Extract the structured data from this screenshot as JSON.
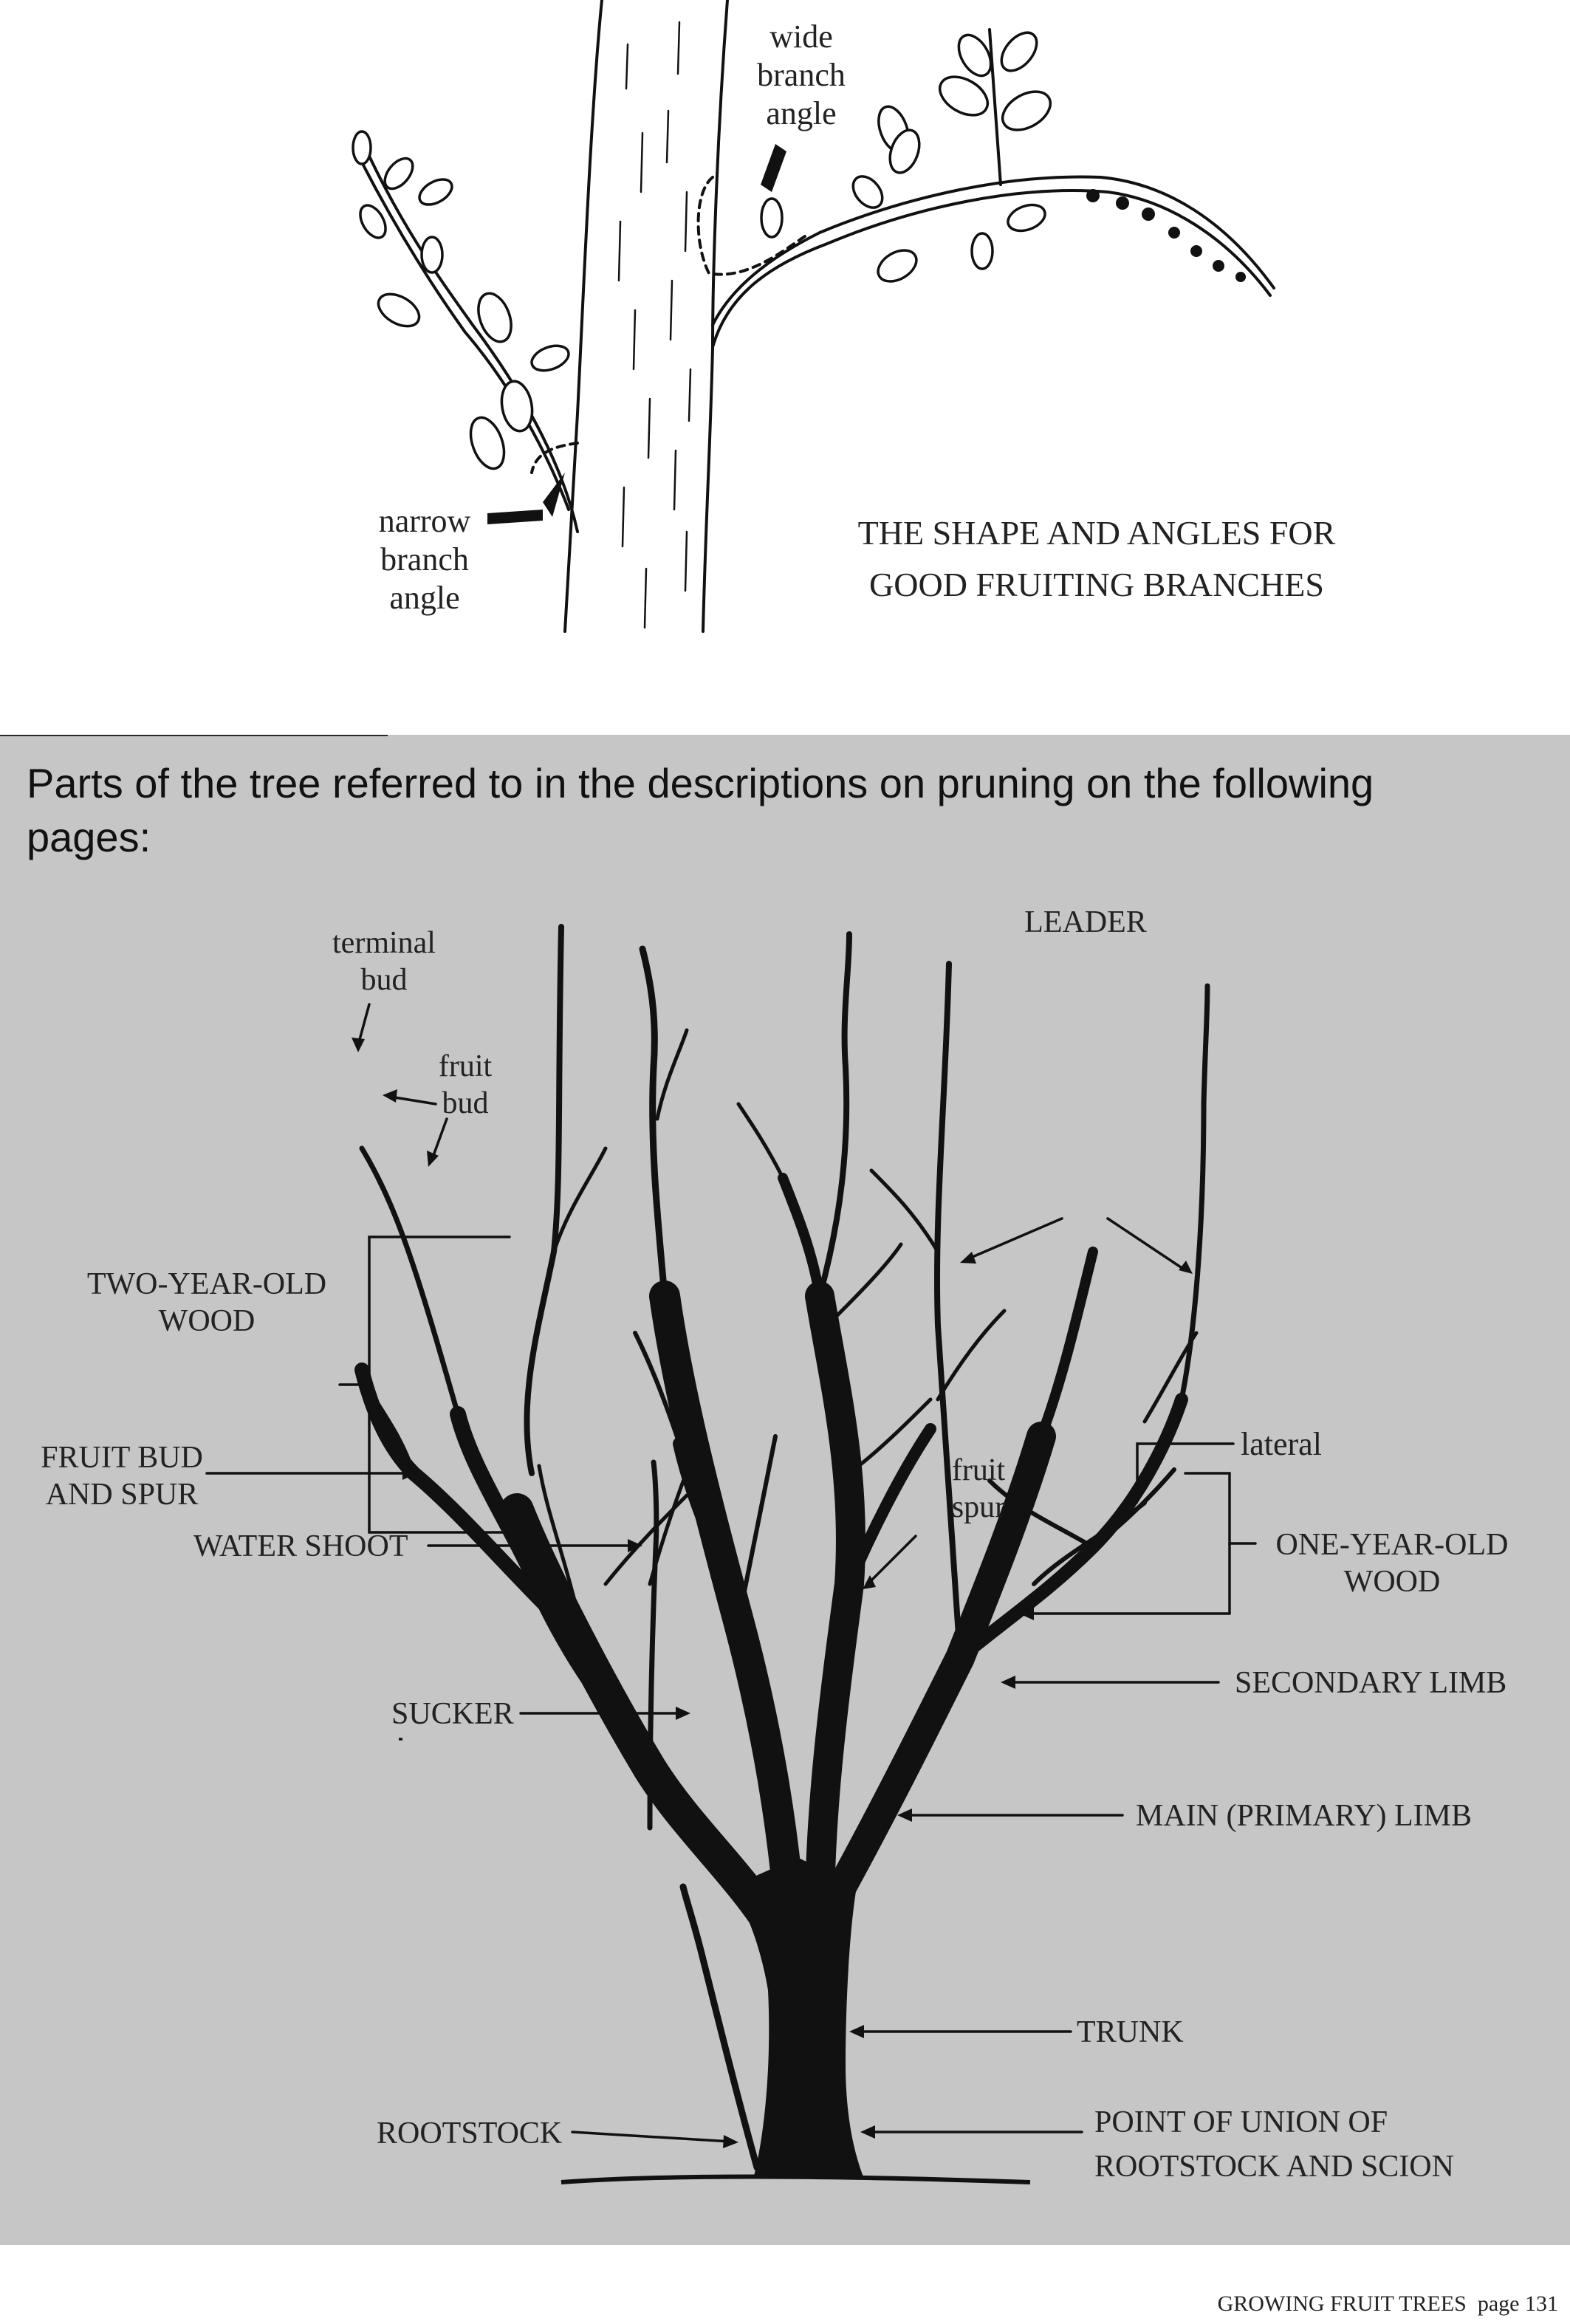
{
  "top_figure": {
    "caption_line1": "THE SHAPE AND ANGLES FOR",
    "caption_line2": "GOOD FRUITING BRANCHES",
    "wide_angle_label": "wide\nbranch\nangle",
    "narrow_angle_label": "narrow\nbranch\nangle"
  },
  "panel": {
    "heading": "Parts of the tree referred to in the descriptions on pruning on the following pages:",
    "colors": {
      "background": "#c6c6c6",
      "tree": "#111111"
    },
    "labels": {
      "terminal_bud": "terminal\nbud",
      "fruit_bud": "fruit\nbud",
      "leader": "LEADER",
      "two_year_old_wood": "TWO-YEAR-OLD\nWOOD",
      "fruit_bud_and_spur": "FRUIT BUD\nAND SPUR",
      "lateral": "lateral",
      "fruit_spur": "fruit\nspur",
      "one_year_old_wood": "ONE-YEAR-OLD\nWOOD",
      "water_shoot": "WATER SHOOT",
      "secondary_limb": "SECONDARY LIMB",
      "main_primary_limb": "MAIN (PRIMARY) LIMB",
      "sucker": "SUCKER",
      "trunk": "TRUNK",
      "rootstock": "ROOTSTOCK",
      "point_of_union": "POINT OF UNION OF\nROOTSTOCK AND SCION"
    }
  },
  "footer": {
    "text": "GROWING FRUIT TREES  page 131"
  }
}
